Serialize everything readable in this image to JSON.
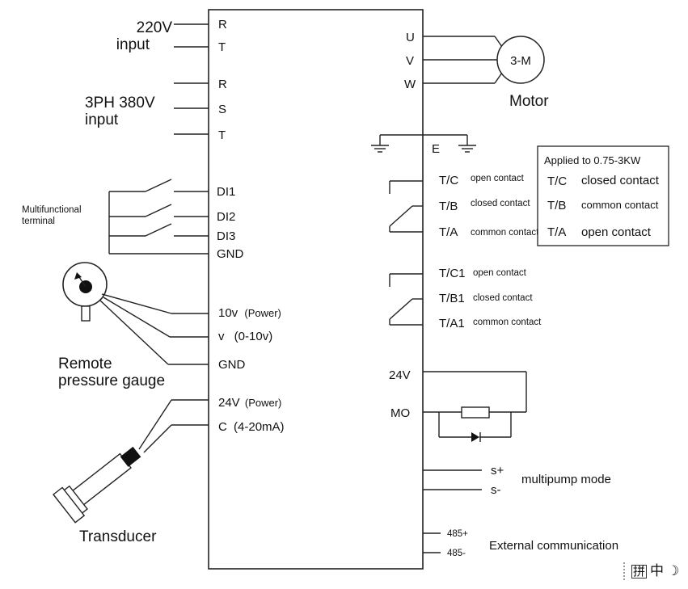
{
  "supply": {
    "single_phase": {
      "voltage": "220V",
      "label": "input",
      "terminals": [
        "R",
        "T"
      ]
    },
    "three_phase": {
      "voltage": "3PH 380V",
      "label": "input",
      "terminals": [
        "R",
        "S",
        "T"
      ]
    }
  },
  "outputs": {
    "terminals": [
      "U",
      "V",
      "W"
    ],
    "motor_symbol": "3-M",
    "motor_label": "Motor"
  },
  "earth": {
    "label": "E"
  },
  "digital_inputs": {
    "group_label_line1": "Multifunctional",
    "group_label_line2": "terminal",
    "terminals": [
      "DI1",
      "DI2",
      "DI3",
      "GND"
    ]
  },
  "relays": {
    "relay1": [
      {
        "terminal": "T/C",
        "desc": "open contact"
      },
      {
        "terminal": "T/B",
        "desc": "closed contact"
      },
      {
        "terminal": "T/A",
        "desc": "common contact"
      }
    ],
    "relay2": [
      {
        "terminal": "T/C1",
        "desc": "open contact"
      },
      {
        "terminal": "T/B1",
        "desc": "closed contact"
      },
      {
        "terminal": "T/A1",
        "desc": "common contact"
      }
    ]
  },
  "note_box": {
    "title": "Applied to 0.75-3KW",
    "rows": [
      {
        "terminal": "T/C",
        "desc": "closed contact"
      },
      {
        "terminal": "T/B",
        "desc": "common contact"
      },
      {
        "terminal": "T/A",
        "desc": "open contact"
      }
    ]
  },
  "analog_voltage": {
    "terminals": [
      {
        "name": "10v",
        "note": "(Power)"
      },
      {
        "name": "v",
        "note": "(0-10v)"
      },
      {
        "name": "GND",
        "note": ""
      }
    ],
    "device_line1": "Remote",
    "device_line2": "pressure gauge"
  },
  "analog_current": {
    "terminals": [
      {
        "name": "24V",
        "note": "(Power)"
      },
      {
        "name": "C",
        "note": "(4-20mA)"
      }
    ],
    "device_label": "Transducer"
  },
  "multifunction_output": {
    "terminals": [
      "24V",
      "MO"
    ]
  },
  "multipump": {
    "terminals": [
      "s+",
      "s-"
    ],
    "label": "multipump mode"
  },
  "communication": {
    "terminals": [
      "485+",
      "485-"
    ],
    "label": "External communication"
  },
  "ime_toolbar": {
    "layout_icon": "layout-grid-icon",
    "lang": "中",
    "mode": "moon-icon"
  }
}
